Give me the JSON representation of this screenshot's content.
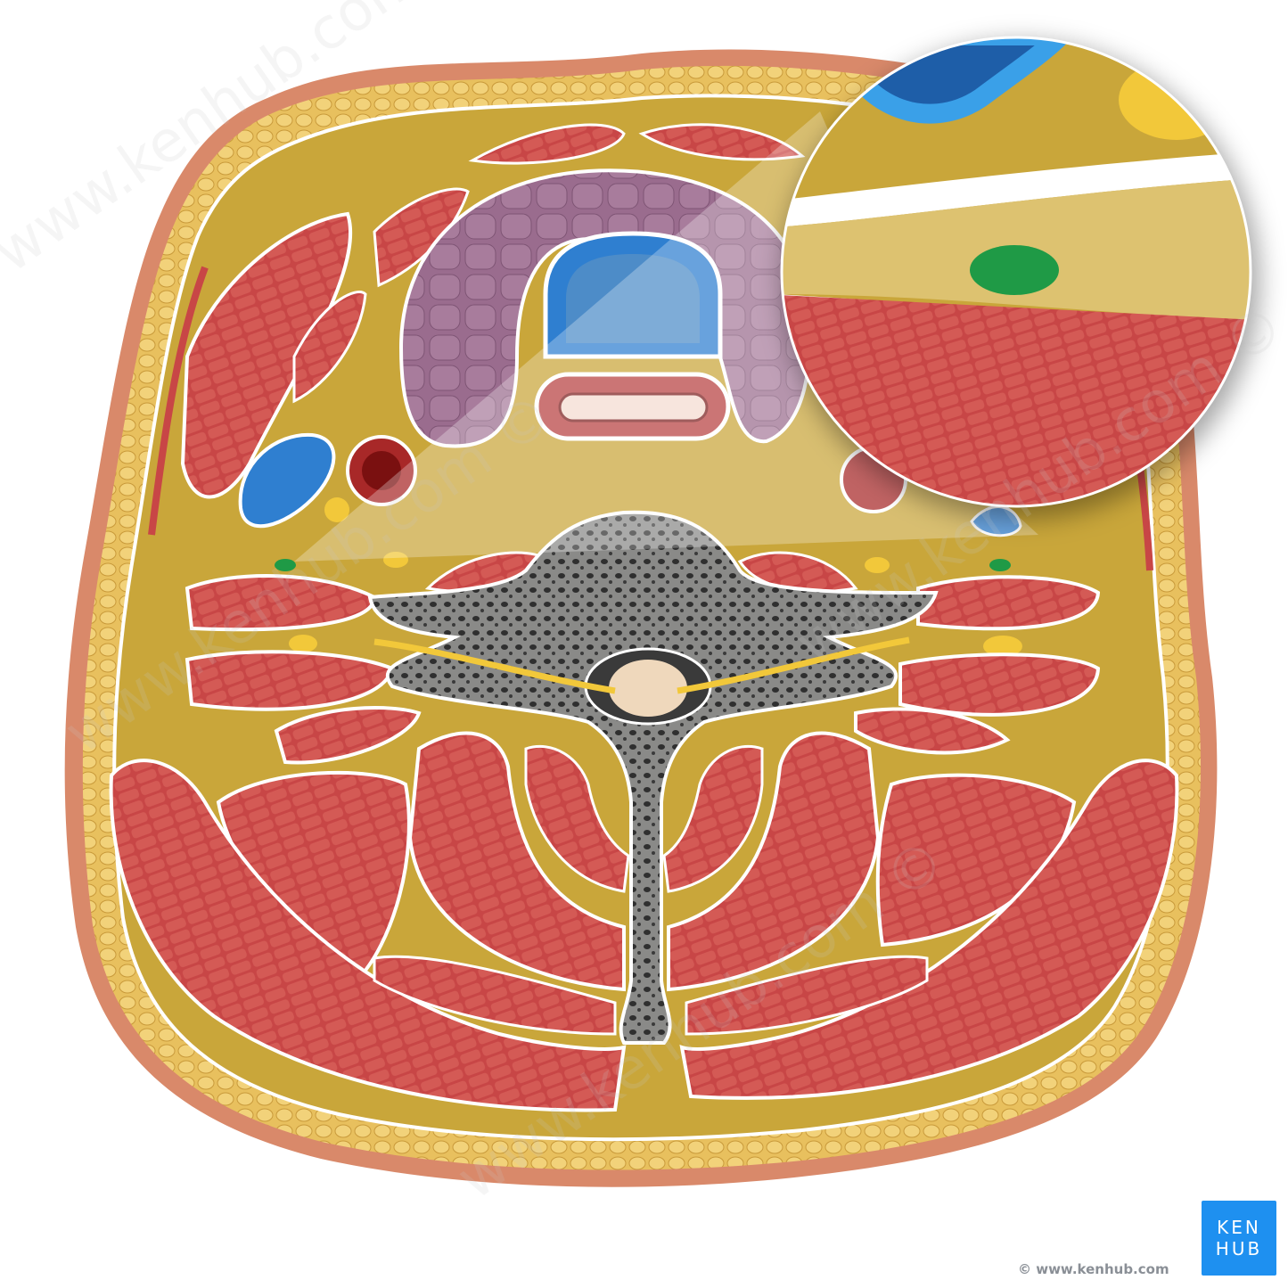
{
  "watermark": "www.kenhub.com ©",
  "logo": {
    "line1": "KEN",
    "line2": "HUB",
    "color": "#1e90f0"
  },
  "credit": "© www.kenhub.com",
  "colors": {
    "skin": "#d9896a",
    "fat": "#e6be5c",
    "fascia": "#c9a63a",
    "muscle": "#c84646",
    "bone": "#7d7d7d",
    "thyroid": "#95688a",
    "vein": "#2f7fd0",
    "artery": "#a82828",
    "nerve": "#f2c83a",
    "lymph": "#1f9a46"
  }
}
